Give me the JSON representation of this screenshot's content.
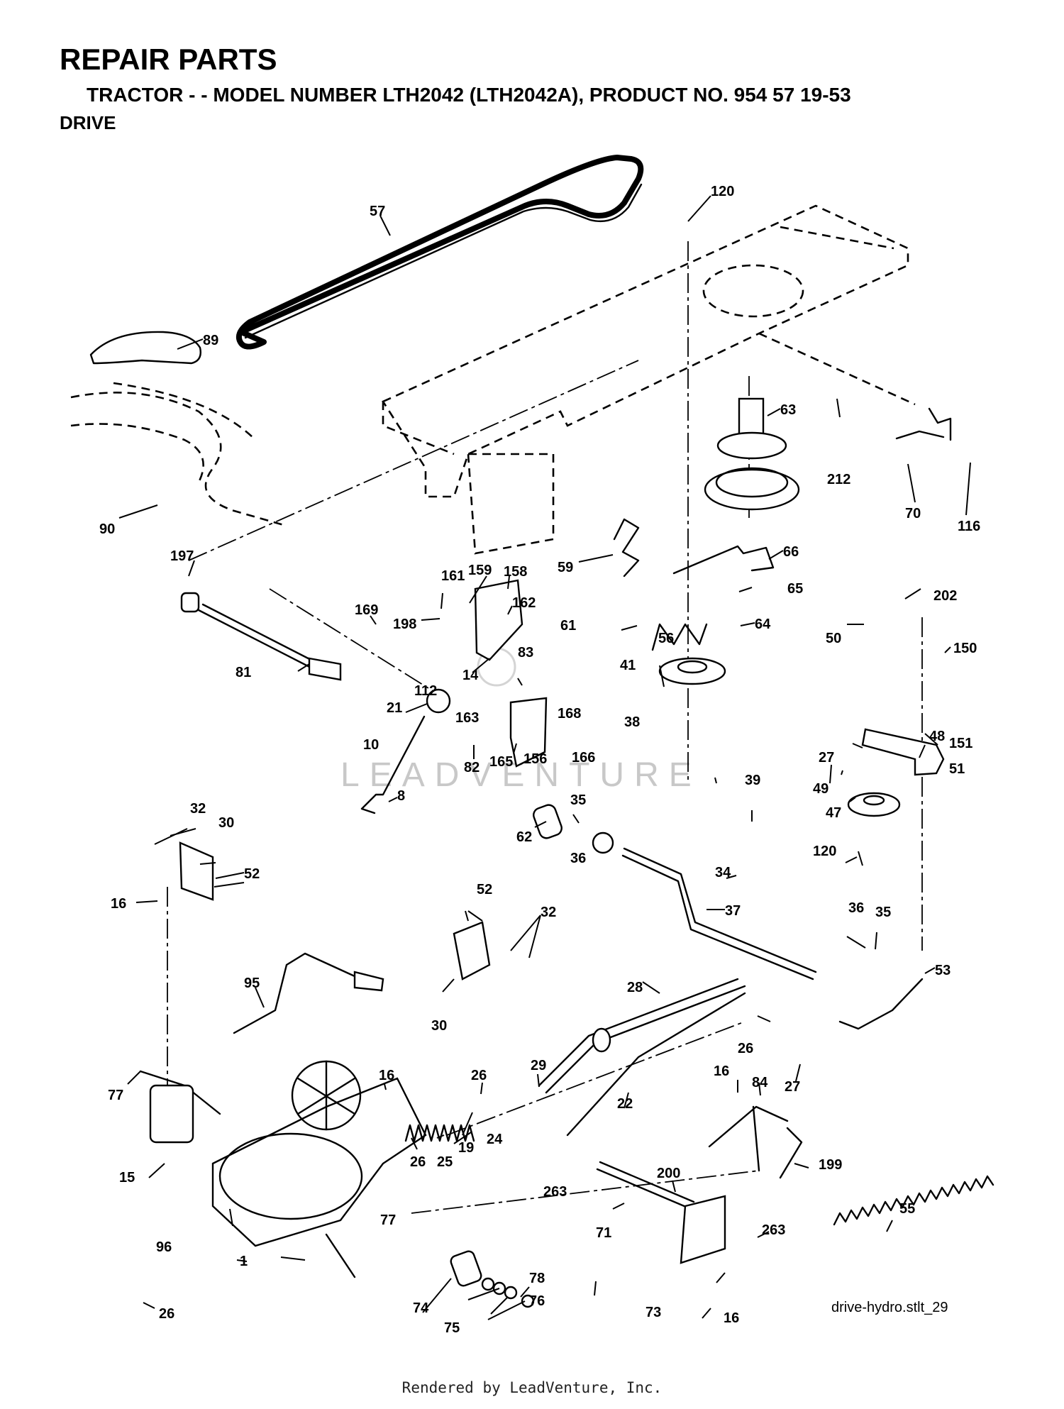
{
  "header": {
    "title": "REPAIR PARTS",
    "subtitle": "TRACTOR - - MODEL NUMBER LTH2042 (LTH2042A), PRODUCT NO. 954 57 19-53",
    "section": "DRIVE"
  },
  "diagram": {
    "file_id": "drive-hydro.stlt_29",
    "watermark": "LEADVENTURE",
    "callouts": [
      "57",
      "120",
      "89",
      "63",
      "212",
      "70",
      "116",
      "90",
      "66",
      "59",
      "197",
      "161",
      "159",
      "158",
      "65",
      "169",
      "162",
      "202",
      "198",
      "61",
      "56",
      "64",
      "50",
      "150",
      "83",
      "41",
      "81",
      "112",
      "14",
      "48",
      "163",
      "168",
      "38",
      "21",
      "82",
      "165",
      "156",
      "166",
      "27",
      "151",
      "10",
      "51",
      "39",
      "49",
      "8",
      "47",
      "35",
      "32",
      "62",
      "30",
      "36",
      "120",
      "52",
      "34",
      "16",
      "52",
      "32",
      "37",
      "36",
      "35",
      "53",
      "95",
      "28",
      "30",
      "26",
      "29",
      "27",
      "16",
      "26",
      "77",
      "16",
      "84",
      "22",
      "24",
      "19",
      "26",
      "25",
      "15",
      "55",
      "199",
      "200",
      "263",
      "77",
      "263",
      "71",
      "96",
      "1",
      "78",
      "73",
      "16",
      "74",
      "76",
      "75",
      "26"
    ]
  },
  "footer": {
    "rendered_by": "Rendered by LeadVenture, Inc."
  }
}
